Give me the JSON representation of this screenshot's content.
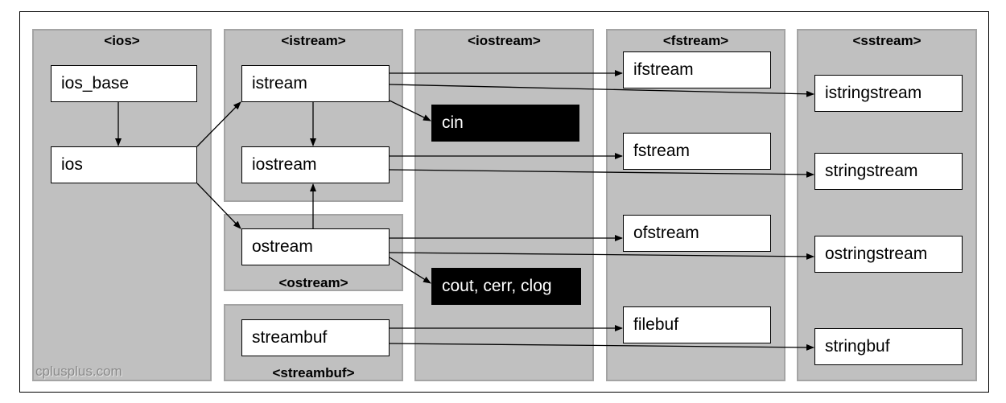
{
  "panels": {
    "ios": "<ios>",
    "istream": "<istream>",
    "ostream": "<ostream>",
    "streambuf": "<streambuf>",
    "iostream": "<iostream>",
    "fstream": "<fstream>",
    "sstream": "<sstream>"
  },
  "classes": {
    "ios_base": "ios_base",
    "ios": "ios",
    "istream": "istream",
    "iostream": "iostream",
    "ostream": "ostream",
    "streambuf": "streambuf",
    "cin": "cin",
    "cout": "cout, cerr, clog",
    "ifstream": "ifstream",
    "fstream": "fstream",
    "ofstream": "ofstream",
    "filebuf": "filebuf",
    "istringstream": "istringstream",
    "stringstream": "stringstream",
    "ostringstream": "ostringstream",
    "stringbuf": "stringbuf"
  },
  "watermark": "cplusplus.com"
}
